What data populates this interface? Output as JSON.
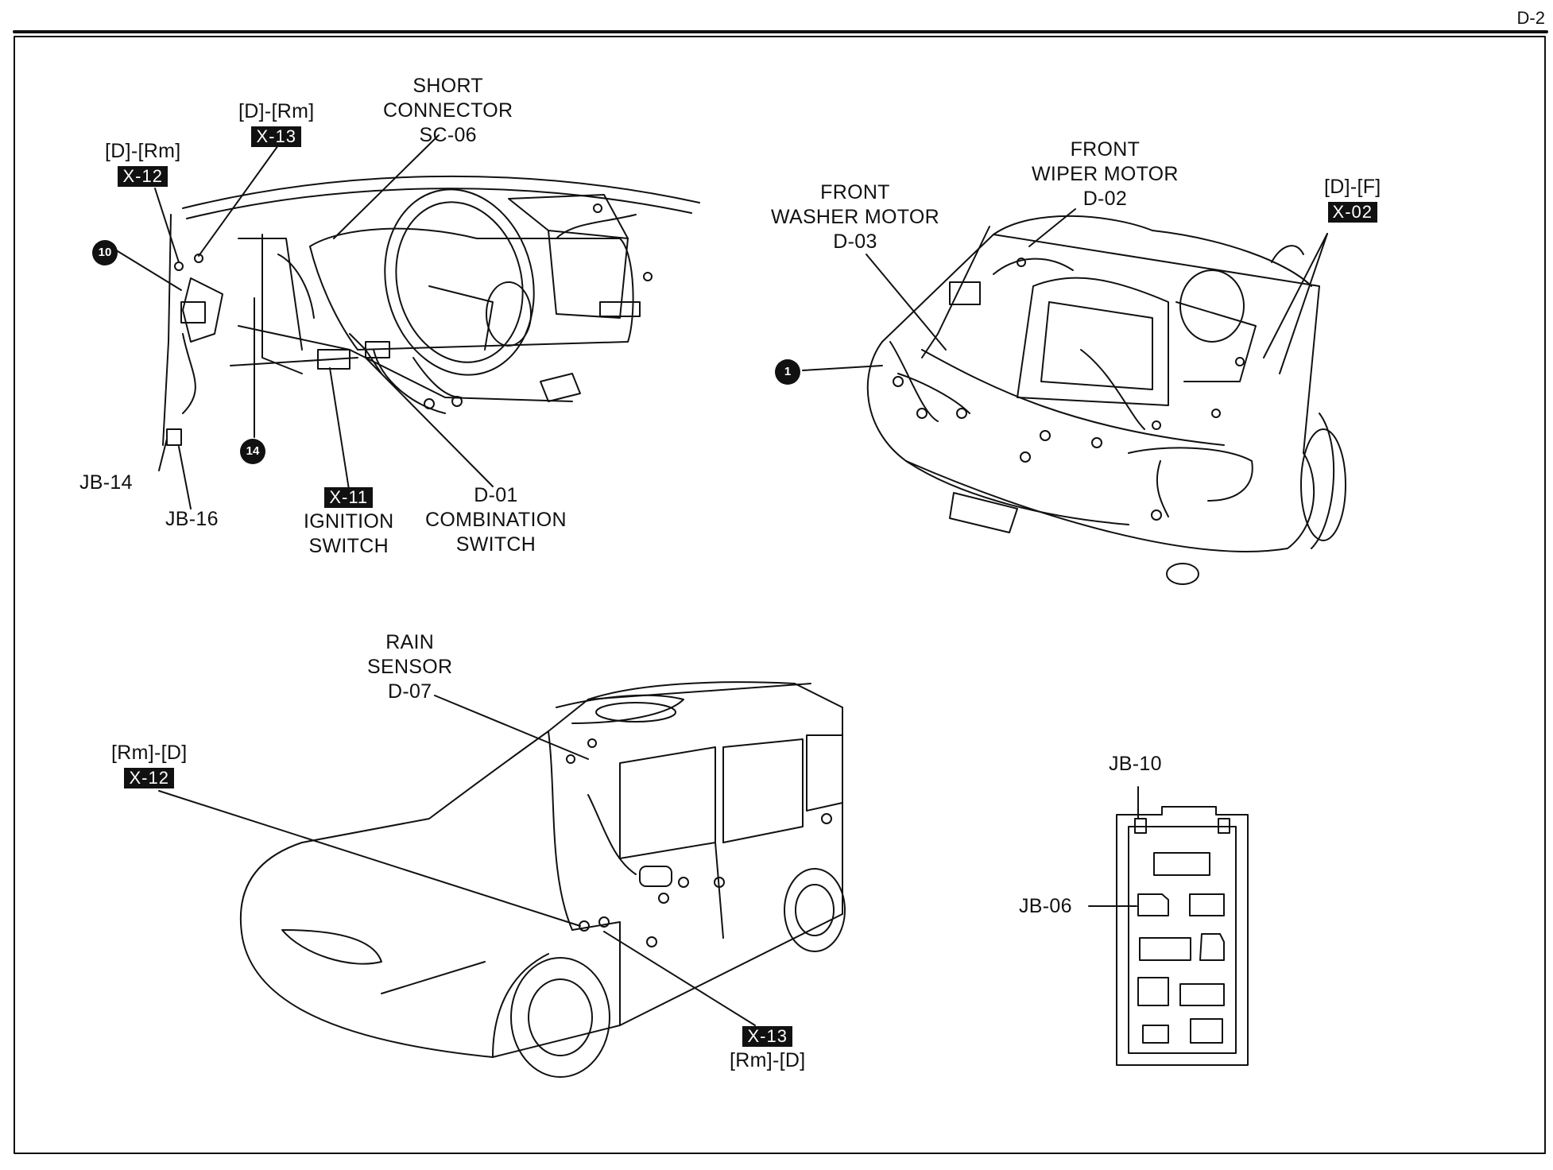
{
  "page_number": "D-2",
  "labels": {
    "x12_top": {
      "bracket": "[D]-[Rm]",
      "tag": "X-12"
    },
    "x13_top": {
      "bracket": "[D]-[Rm]",
      "tag": "X-13"
    },
    "short_connector": {
      "line1": "SHORT",
      "line2": "CONNECTOR",
      "line3": "SC-06"
    },
    "callout_10": "10",
    "callout_14": "14",
    "callout_1": "1",
    "jb14": "JB-14",
    "jb16": "JB-16",
    "ignition": {
      "tag": "X-11",
      "line1": "IGNITION",
      "line2": "SWITCH"
    },
    "combination": {
      "line1": "D-01",
      "line2": "COMBINATION",
      "line3": "SWITCH"
    },
    "washer": {
      "line1": "FRONT",
      "line2": "WASHER MOTOR",
      "line3": "D-03"
    },
    "wiper": {
      "line1": "FRONT",
      "line2": "WIPER MOTOR",
      "line3": "D-02"
    },
    "x02": {
      "bracket": "[D]-[F]",
      "tag": "X-02"
    },
    "rain": {
      "line1": "RAIN",
      "line2": "SENSOR",
      "line3": "D-07"
    },
    "x12_bottom": {
      "bracket": "[Rm]-[D]",
      "tag": "X-12"
    },
    "x13_bottom": {
      "tag": "X-13",
      "bracket": "[Rm]-[D]"
    },
    "jb10": "JB-10",
    "jb06": "JB-06"
  }
}
